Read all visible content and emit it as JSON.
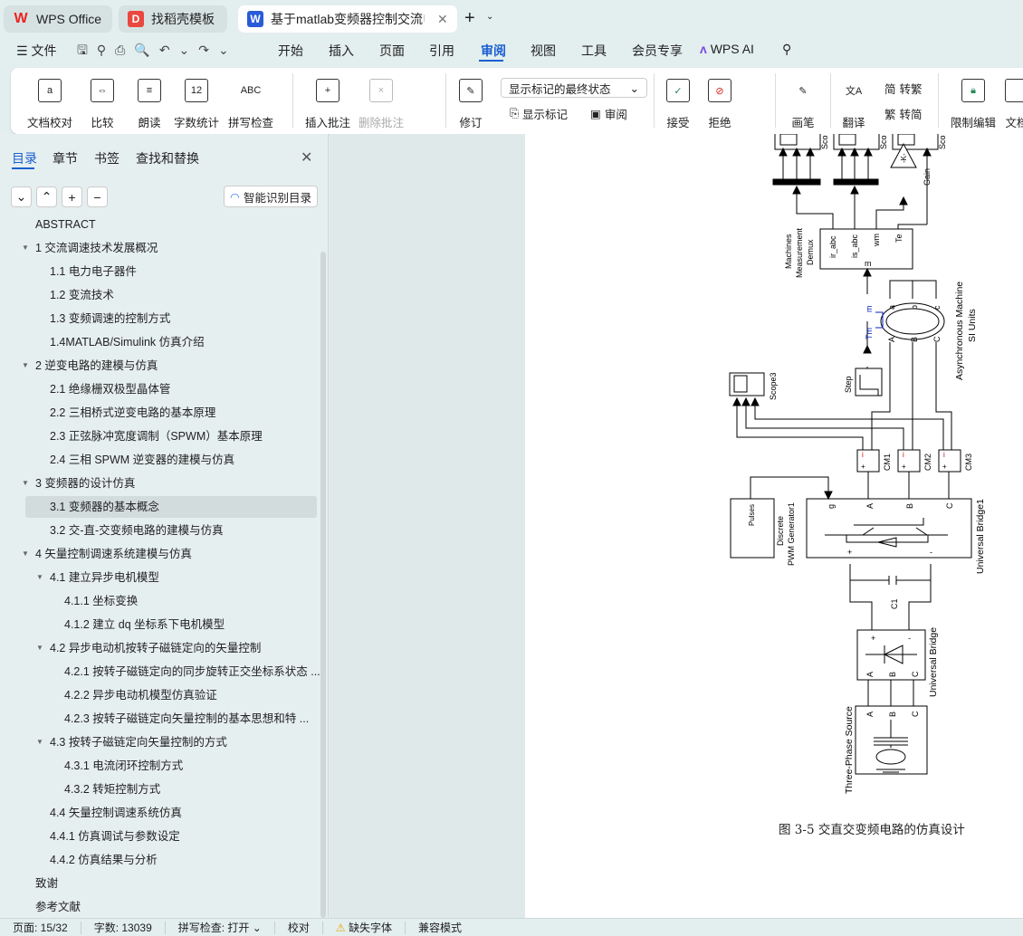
{
  "tabs": [
    {
      "label": "WPS Office"
    },
    {
      "label": "找稻壳模板"
    },
    {
      "label": "基于matlab变频器控制交流电"
    }
  ],
  "menu": {
    "file": "文件",
    "items": [
      "开始",
      "插入",
      "页面",
      "引用",
      "审阅",
      "视图",
      "工具",
      "会员专享"
    ],
    "ai": "WPS AI"
  },
  "ribbon": {
    "proofread": "文档校对",
    "compare": "比较",
    "read": "朗读",
    "wordcount": "字数统计",
    "spell": "拼写检查",
    "insert_comment": "插入批注",
    "delete_comment": "删除批注",
    "revise": "修订",
    "markup_select": "显示标记的最终状态",
    "show_markup": "显示标记",
    "review": "审阅",
    "accept": "接受",
    "reject": "拒绝",
    "pen": "画笔",
    "translate": "翻译",
    "to_trad": "转繁",
    "to_simp": "转简",
    "restrict": "限制编辑",
    "doc": "文档"
  },
  "sidebar": {
    "tabs": [
      "目录",
      "章节",
      "书签",
      "查找和替换"
    ],
    "smart_toc": "智能识别目录",
    "items": [
      {
        "label": "ABSTRACT",
        "level": 0,
        "arrow": false
      },
      {
        "label": "1 交流调速技术发展概况",
        "level": 0,
        "arrow": true
      },
      {
        "label": "1.1 电力电子器件",
        "level": 1,
        "arrow": false
      },
      {
        "label": "1.2 变流技术",
        "level": 1,
        "arrow": false
      },
      {
        "label": "1.3 变频调速的控制方式",
        "level": 1,
        "arrow": false
      },
      {
        "label": "1.4MATLAB/Simulink 仿真介绍",
        "level": 1,
        "arrow": false
      },
      {
        "label": "2 逆变电路的建模与仿真",
        "level": 0,
        "arrow": true
      },
      {
        "label": "2.1 绝缘栅双极型晶体管",
        "level": 1,
        "arrow": false
      },
      {
        "label": "2.2 三相桥式逆变电路的基本原理",
        "level": 1,
        "arrow": false
      },
      {
        "label": "2.3 正弦脉冲宽度调制（SPWM）基本原理",
        "level": 1,
        "arrow": false
      },
      {
        "label": "2.4 三相 SPWM 逆变器的建模与仿真",
        "level": 1,
        "arrow": false
      },
      {
        "label": "3 变频器的设计仿真",
        "level": 0,
        "arrow": true
      },
      {
        "label": "3.1 变频器的基本概念",
        "level": 1,
        "arrow": false,
        "selected": true
      },
      {
        "label": "3.2 交-直-交变频电路的建模与仿真",
        "level": 1,
        "arrow": false
      },
      {
        "label": "4 矢量控制调速系统建模与仿真",
        "level": 0,
        "arrow": true
      },
      {
        "label": "4.1  建立异步电机模型",
        "level": 1,
        "arrow": true
      },
      {
        "label": "4.1.1  坐标变换",
        "level": 2,
        "arrow": false
      },
      {
        "label": "4.1.2  建立 dq 坐标系下电机模型",
        "level": 2,
        "arrow": false
      },
      {
        "label": "4.2  异步电动机按转子磁链定向的矢量控制",
        "level": 1,
        "arrow": true
      },
      {
        "label": "4.2.1 按转子磁链定向的同步旋转正交坐标系状态 ...",
        "level": 2,
        "arrow": false
      },
      {
        "label": "4.2.2  异步电动机模型仿真验证",
        "level": 2,
        "arrow": false
      },
      {
        "label": "4.2.3  按转子磁链定向矢量控制的基本思想和特 ...",
        "level": 2,
        "arrow": false
      },
      {
        "label": "4.3  按转子磁链定向矢量控制的方式",
        "level": 1,
        "arrow": true
      },
      {
        "label": "4.3.1  电流闭环控制方式",
        "level": 2,
        "arrow": false
      },
      {
        "label": "4.3.2  转矩控制方式",
        "level": 2,
        "arrow": false
      },
      {
        "label": "4.4  矢量控制调速系统仿真",
        "level": 1,
        "arrow": false
      },
      {
        "label": "4.4.1  仿真调试与参数设定",
        "level": 1,
        "arrow": false
      },
      {
        "label": "4.4.2  仿真结果与分析",
        "level": 1,
        "arrow": false
      },
      {
        "label": "致谢",
        "level": 0,
        "arrow": false
      },
      {
        "label": "参考文献",
        "level": 0,
        "arrow": false
      }
    ]
  },
  "diagram": {
    "scope_cut": "Sco",
    "gain_k": "-K-",
    "gain": "Gain",
    "demux": [
      "Machines",
      "Measurement",
      "Demux"
    ],
    "demux_ports": [
      "ir_abc",
      "is_abc",
      "wm",
      "Te"
    ],
    "m": "m",
    "tm": "Tm",
    "machine": [
      "Asynchronous Machine",
      "SI Units"
    ],
    "abc_lower": [
      "a",
      "b",
      "c"
    ],
    "abc": [
      "A",
      "B",
      "C"
    ],
    "step": "Step",
    "scope3": "Scope3",
    "cm": [
      "CM1",
      "CM2",
      "CM3"
    ],
    "pulses": "Pulses",
    "pwm": [
      "Discrete",
      "PWM Generator1"
    ],
    "g": "g",
    "bridge1": "Universal Bridge1",
    "c1": "C1",
    "bridge": "Universal Bridge",
    "source": "Three-Phase Source",
    "plus": "+",
    "minus": "-",
    "i": "i"
  },
  "caption": "图 3-5  交直交变频电路的仿真设计",
  "status": {
    "page": "页面: 15/32",
    "words": "字数: 13039",
    "spell": "拼写检查: 打开",
    "proof": "校对",
    "missing_font": "缺失字体",
    "compat": "兼容模式"
  }
}
